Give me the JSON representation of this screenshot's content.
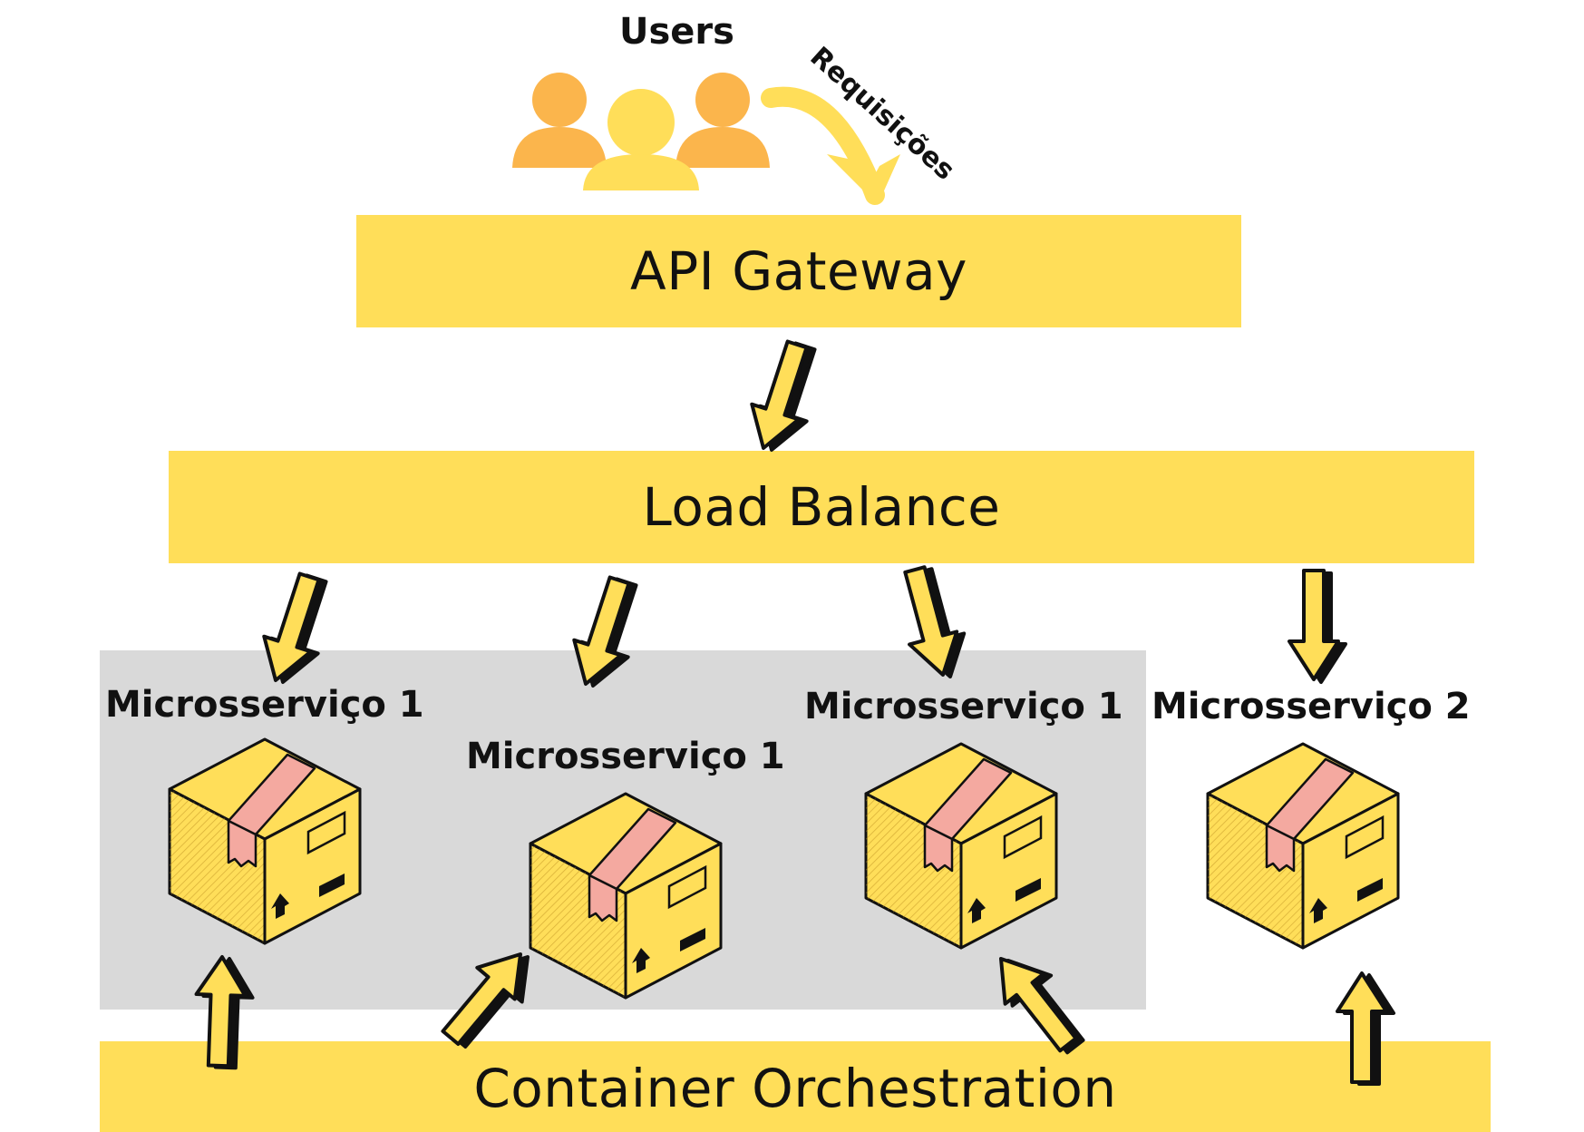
{
  "users": {
    "label": "Users",
    "icon": "users-group-icon"
  },
  "request_label": "Requisições",
  "layers": {
    "api_gateway": "API Gateway",
    "load_balance": "Load Balance",
    "container_orchestration": "Container Orchestration"
  },
  "cluster": {
    "color": "#D9D9D9"
  },
  "microservices": [
    {
      "label": "Microsserviço 1",
      "icon": "package-box-icon"
    },
    {
      "label": "Microsserviço 1",
      "icon": "package-box-icon"
    },
    {
      "label": "Microsserviço 1",
      "icon": "package-box-icon"
    },
    {
      "label": "Microsserviço 2",
      "icon": "package-box-icon"
    }
  ],
  "colors": {
    "accent_yellow": "#FFDE59",
    "users_orange": "#FBB54C",
    "tape_pink": "#F4A9A0",
    "outline": "#111111"
  }
}
